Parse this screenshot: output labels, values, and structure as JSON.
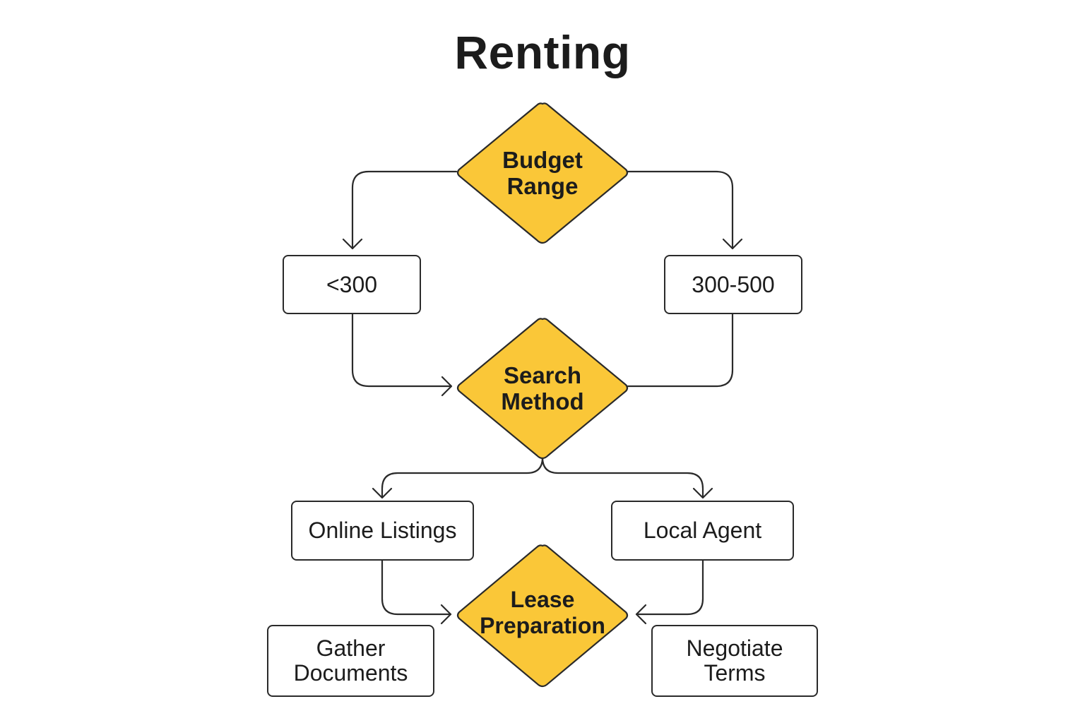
{
  "title": "Renting",
  "colors": {
    "decision_fill": "#fac738",
    "decision_stroke": "#2a2a2a",
    "line": "#2a2a2a"
  },
  "nodes": {
    "budget_range": "Budget Range",
    "under_300": "<300",
    "range_300_500": "300-500",
    "search_method": "Search Method",
    "online_listings": "Online Listings",
    "local_agent": "Local Agent",
    "lease_preparation": "Lease Preparation",
    "gather_documents": "Gather Documents",
    "negotiate_terms": "Negotiate Terms"
  },
  "edges": [
    {
      "from": "budget_range",
      "to": "under_300"
    },
    {
      "from": "budget_range",
      "to": "range_300_500"
    },
    {
      "from": "under_300",
      "to": "search_method"
    },
    {
      "from": "range_300_500",
      "to": "search_method"
    },
    {
      "from": "search_method",
      "to": "online_listings"
    },
    {
      "from": "search_method",
      "to": "local_agent"
    },
    {
      "from": "online_listings",
      "to": "lease_preparation"
    },
    {
      "from": "local_agent",
      "to": "lease_preparation"
    }
  ]
}
